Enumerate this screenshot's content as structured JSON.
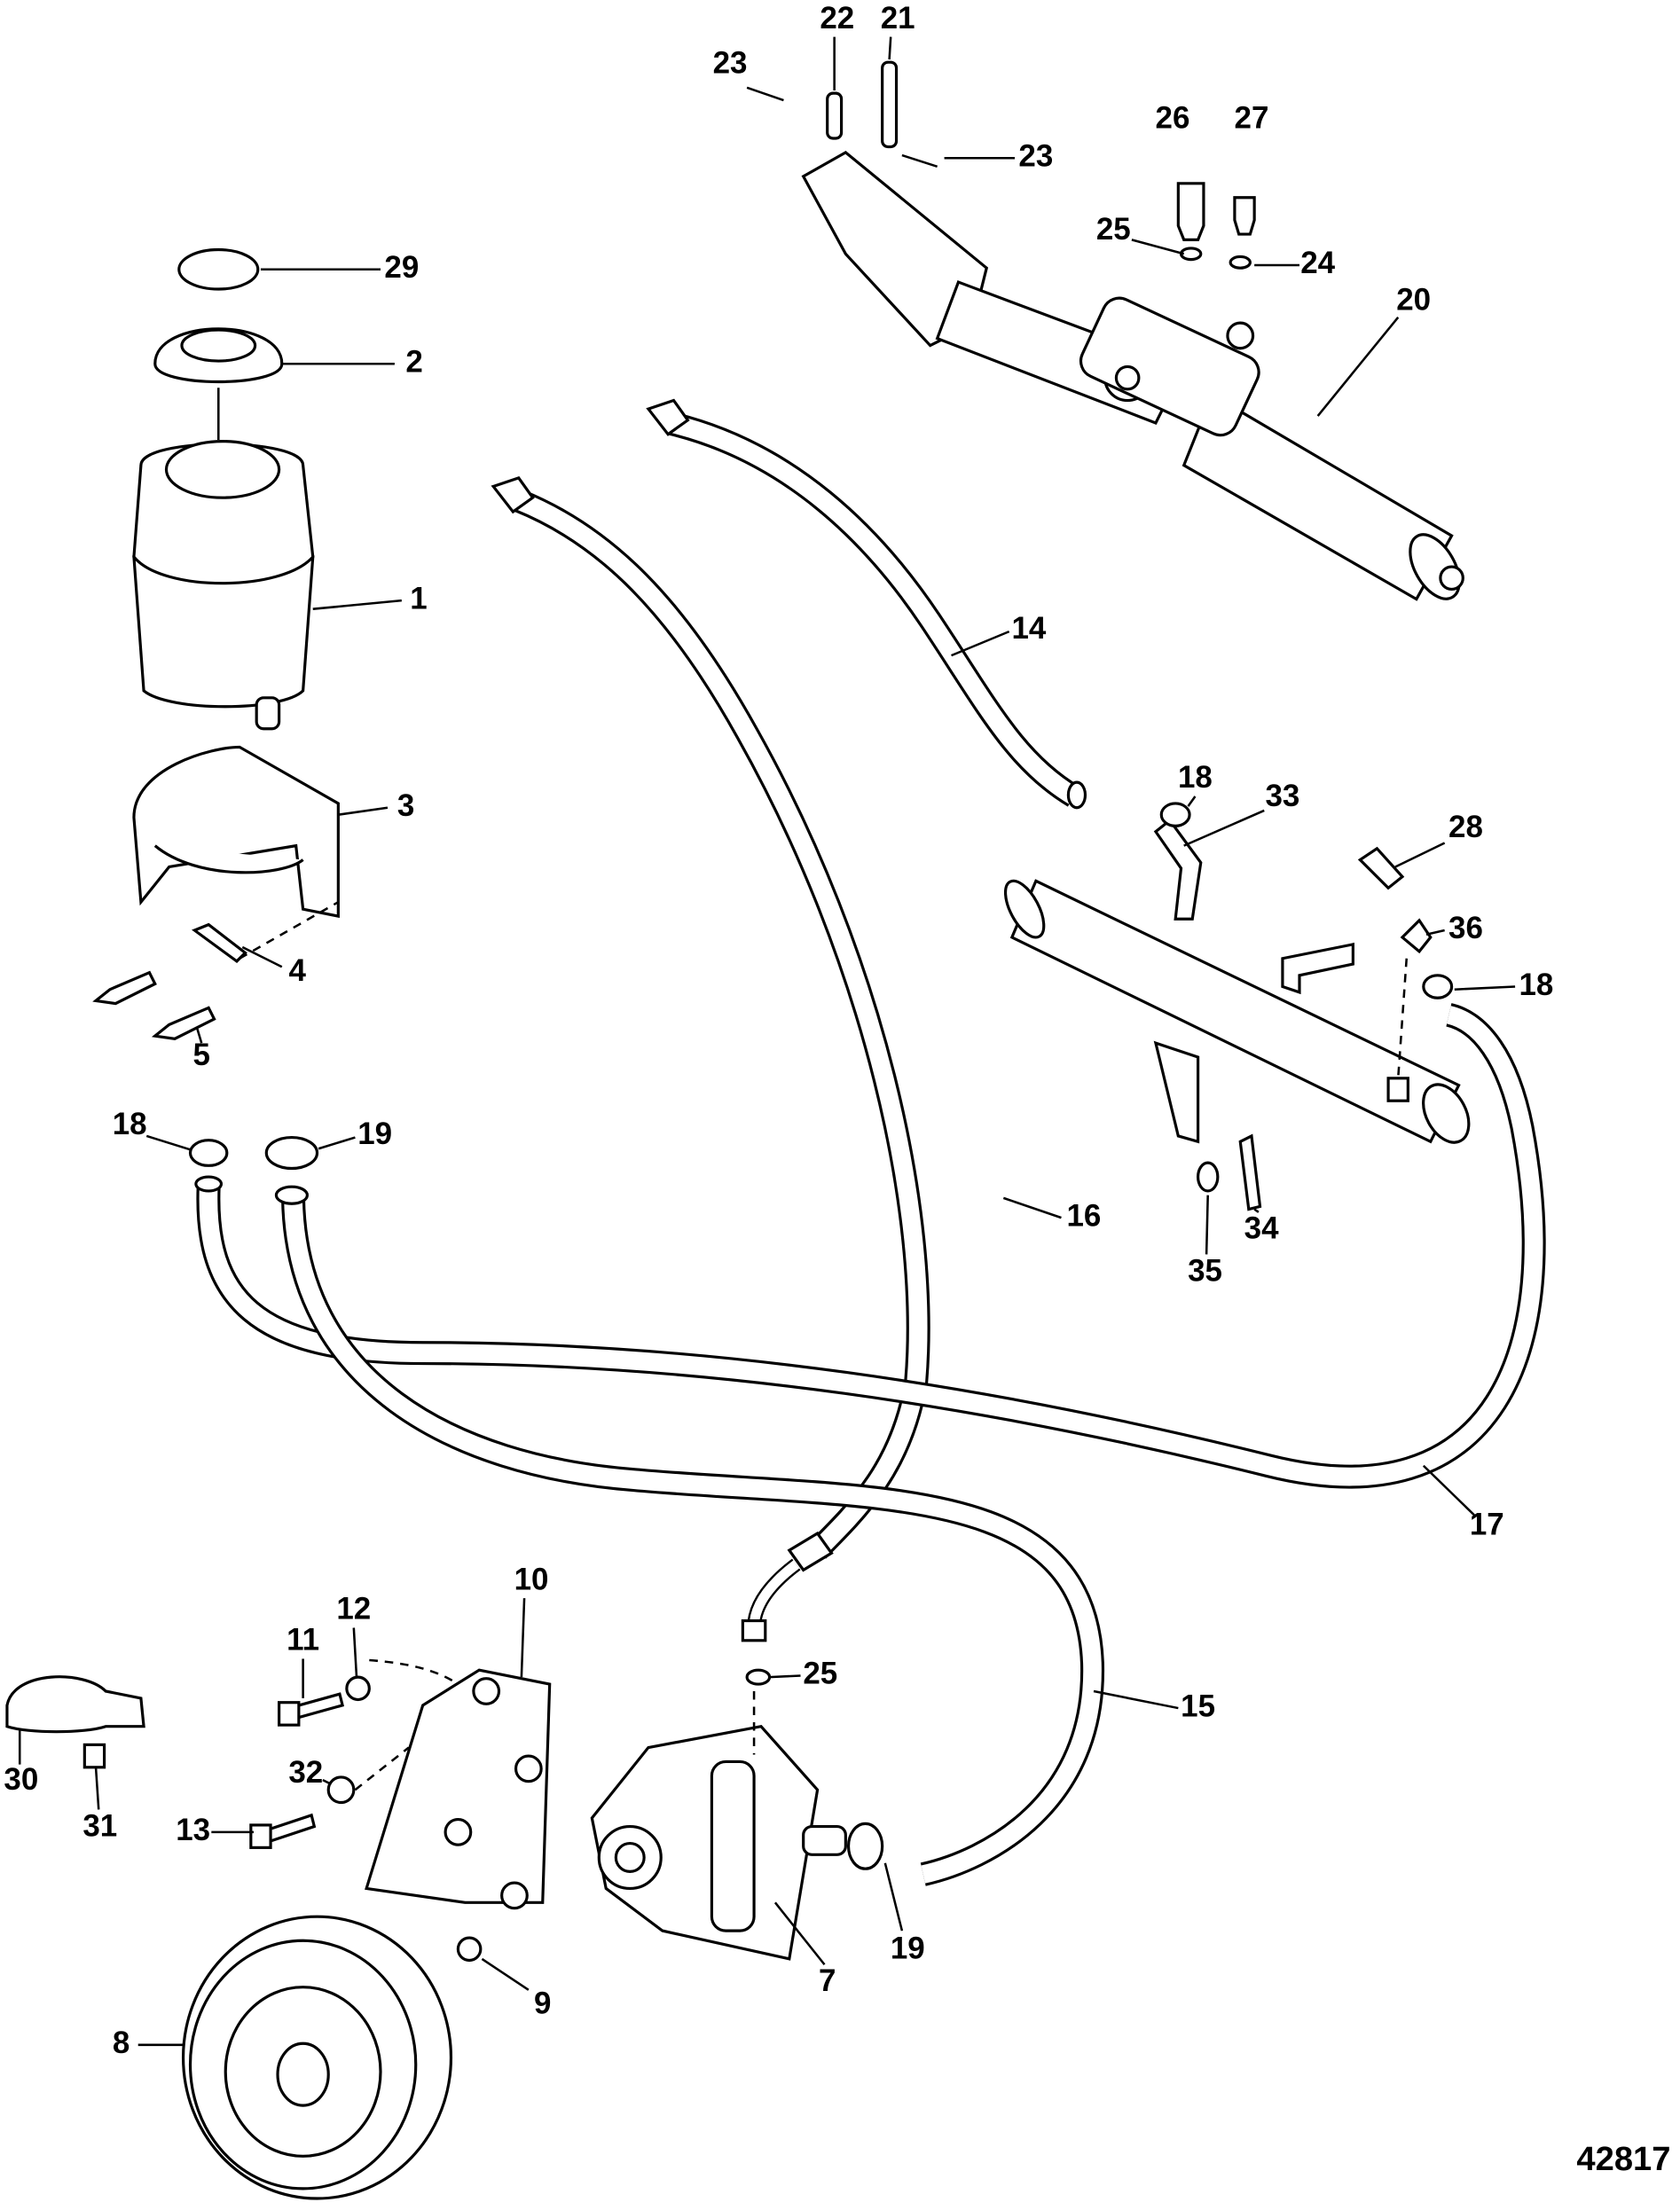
{
  "diagram": {
    "figure_number": "42817",
    "callouts": [
      "22",
      "21",
      "23",
      "23",
      "26",
      "27",
      "25",
      "24",
      "29",
      "2",
      "20",
      "1",
      "14",
      "3",
      "18",
      "33",
      "28",
      "36",
      "18",
      "4",
      "5",
      "18",
      "19",
      "16",
      "34",
      "35",
      "17",
      "10",
      "11",
      "12",
      "25",
      "15",
      "30",
      "31",
      "32",
      "13",
      "7",
      "19",
      "9",
      "8"
    ]
  }
}
